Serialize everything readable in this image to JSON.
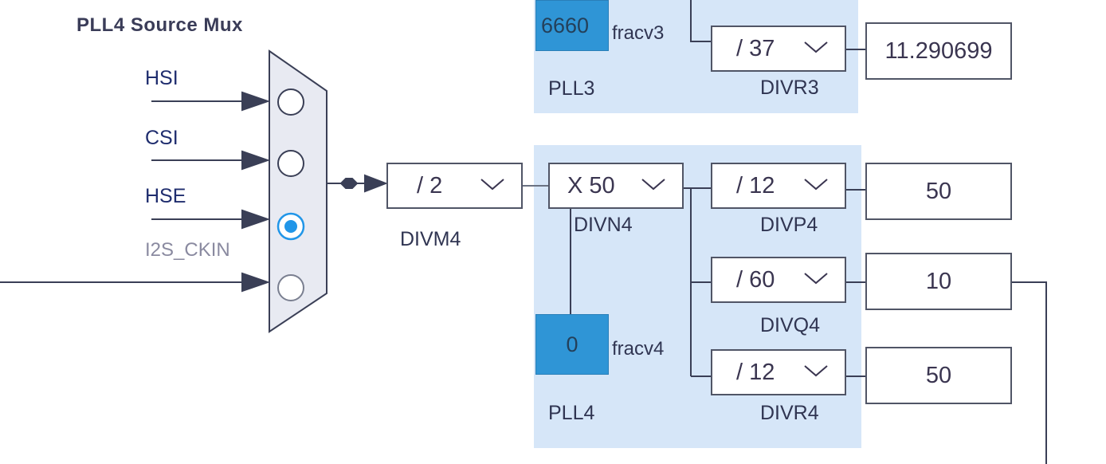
{
  "mux": {
    "title": "PLL4 Source Mux",
    "inputs": [
      {
        "label": "HSI",
        "selected": false
      },
      {
        "label": "CSI",
        "selected": false
      },
      {
        "label": "HSE",
        "selected": true
      },
      {
        "label": "I2S_CKIN",
        "selected": false
      }
    ]
  },
  "pll3": {
    "name": "PLL3",
    "fracv_value": "6660",
    "fracv_label": "fracv3",
    "divr": {
      "value": "/ 37",
      "label": "DIVR3"
    },
    "divr_output": "11.290699"
  },
  "divm4": {
    "value": "/ 2",
    "label": "DIVM4"
  },
  "pll4": {
    "name": "PLL4",
    "divn": {
      "value": "X 50",
      "label": "DIVN4"
    },
    "fracv_value": "0",
    "fracv_label": "fracv4",
    "divp": {
      "value": "/ 12",
      "label": "DIVP4"
    },
    "divq": {
      "value": "/ 60",
      "label": "DIVQ4"
    },
    "divr": {
      "value": "/ 12",
      "label": "DIVR4"
    },
    "divp_output": "50",
    "divq_output": "10",
    "divr_output": "50"
  },
  "colors": {
    "panel": "#d6e6f8",
    "frac_box": "#2f95d6",
    "radio_selected": "#2196e8",
    "mux_fill": "#e8eaf2"
  }
}
